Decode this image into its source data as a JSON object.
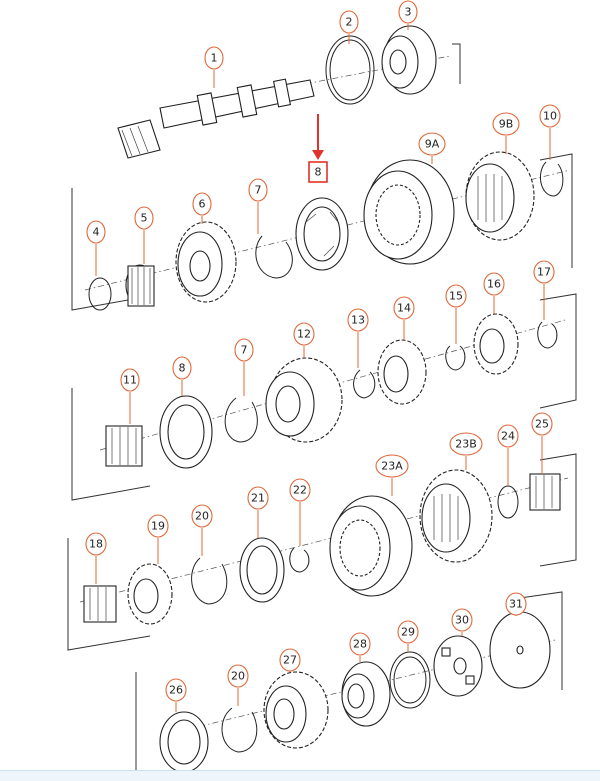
{
  "diagram": {
    "highlight": {
      "label": "8",
      "arrow_color": "#e0342b",
      "box_color": "#e0342b"
    },
    "callout_color": "#e0683a",
    "parts": [
      {
        "id": "p1",
        "label": "1"
      },
      {
        "id": "p2",
        "label": "2"
      },
      {
        "id": "p3",
        "label": "3"
      },
      {
        "id": "p4",
        "label": "4"
      },
      {
        "id": "p5",
        "label": "5"
      },
      {
        "id": "p6",
        "label": "6"
      },
      {
        "id": "p7a",
        "label": "7"
      },
      {
        "id": "p9a",
        "label": "9A"
      },
      {
        "id": "p9b",
        "label": "9B"
      },
      {
        "id": "p10",
        "label": "10"
      },
      {
        "id": "p11",
        "label": "11"
      },
      {
        "id": "p8b",
        "label": "8"
      },
      {
        "id": "p7b",
        "label": "7"
      },
      {
        "id": "p12",
        "label": "12"
      },
      {
        "id": "p13",
        "label": "13"
      },
      {
        "id": "p14",
        "label": "14"
      },
      {
        "id": "p15",
        "label": "15"
      },
      {
        "id": "p16",
        "label": "16"
      },
      {
        "id": "p17",
        "label": "17"
      },
      {
        "id": "p18",
        "label": "18"
      },
      {
        "id": "p19",
        "label": "19"
      },
      {
        "id": "p20a",
        "label": "20"
      },
      {
        "id": "p21",
        "label": "21"
      },
      {
        "id": "p22",
        "label": "22"
      },
      {
        "id": "p23a",
        "label": "23A"
      },
      {
        "id": "p23b",
        "label": "23B"
      },
      {
        "id": "p24",
        "label": "24"
      },
      {
        "id": "p25",
        "label": "25"
      },
      {
        "id": "p26",
        "label": "26"
      },
      {
        "id": "p20b",
        "label": "20"
      },
      {
        "id": "p27",
        "label": "27"
      },
      {
        "id": "p28",
        "label": "28"
      },
      {
        "id": "p29",
        "label": "29"
      },
      {
        "id": "p30",
        "label": "30"
      },
      {
        "id": "p31",
        "label": "31"
      }
    ]
  }
}
